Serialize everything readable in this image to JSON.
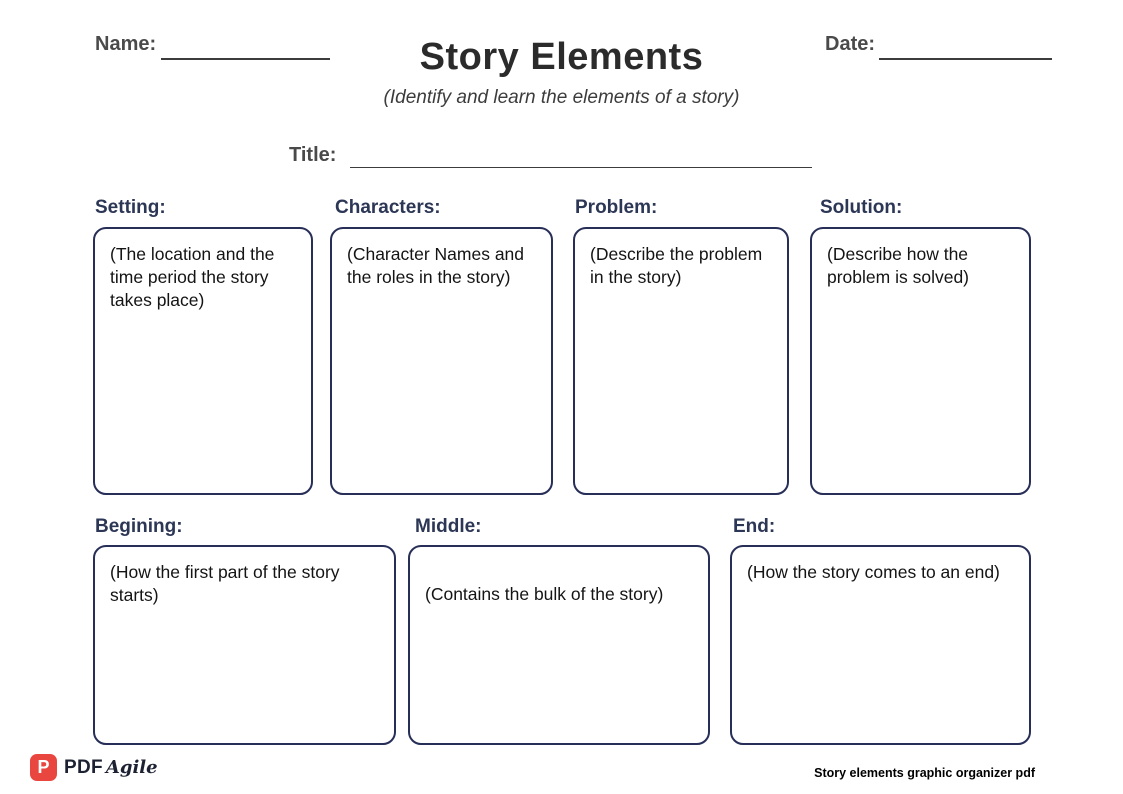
{
  "header": {
    "name_label": "Name:",
    "date_label": "Date:",
    "title": "Story Elements",
    "subtitle": "(Identify and learn the elements of a story)",
    "title_field_label": "Title:"
  },
  "sections": [
    {
      "label": "Setting:",
      "placeholder": "(The location and the time period the story takes place)"
    },
    {
      "label": "Characters:",
      "placeholder": "(Character Names and the roles in the story)"
    },
    {
      "label": "Problem:",
      "placeholder": "(Describe the problem in the story)"
    },
    {
      "label": "Solution:",
      "placeholder": "(Describe how the problem is solved)"
    },
    {
      "label": "Begining:",
      "placeholder": "(How the first part of the story starts)"
    },
    {
      "label": "Middle:",
      "placeholder": "(Contains the bulk of the story)"
    },
    {
      "label": "End:",
      "placeholder": "(How the story comes to an end)"
    }
  ],
  "footer": {
    "logo_letter": "P",
    "logo_text_pdf": "PDF",
    "logo_text_agile": "Agile",
    "caption": "Story elements graphic organizer pdf"
  },
  "colors": {
    "box_border": "#272e57",
    "section_label": "#2c3655",
    "field_label": "#4a4a4a",
    "logo_red": "#e8463f",
    "page_background": "#ffffff"
  }
}
